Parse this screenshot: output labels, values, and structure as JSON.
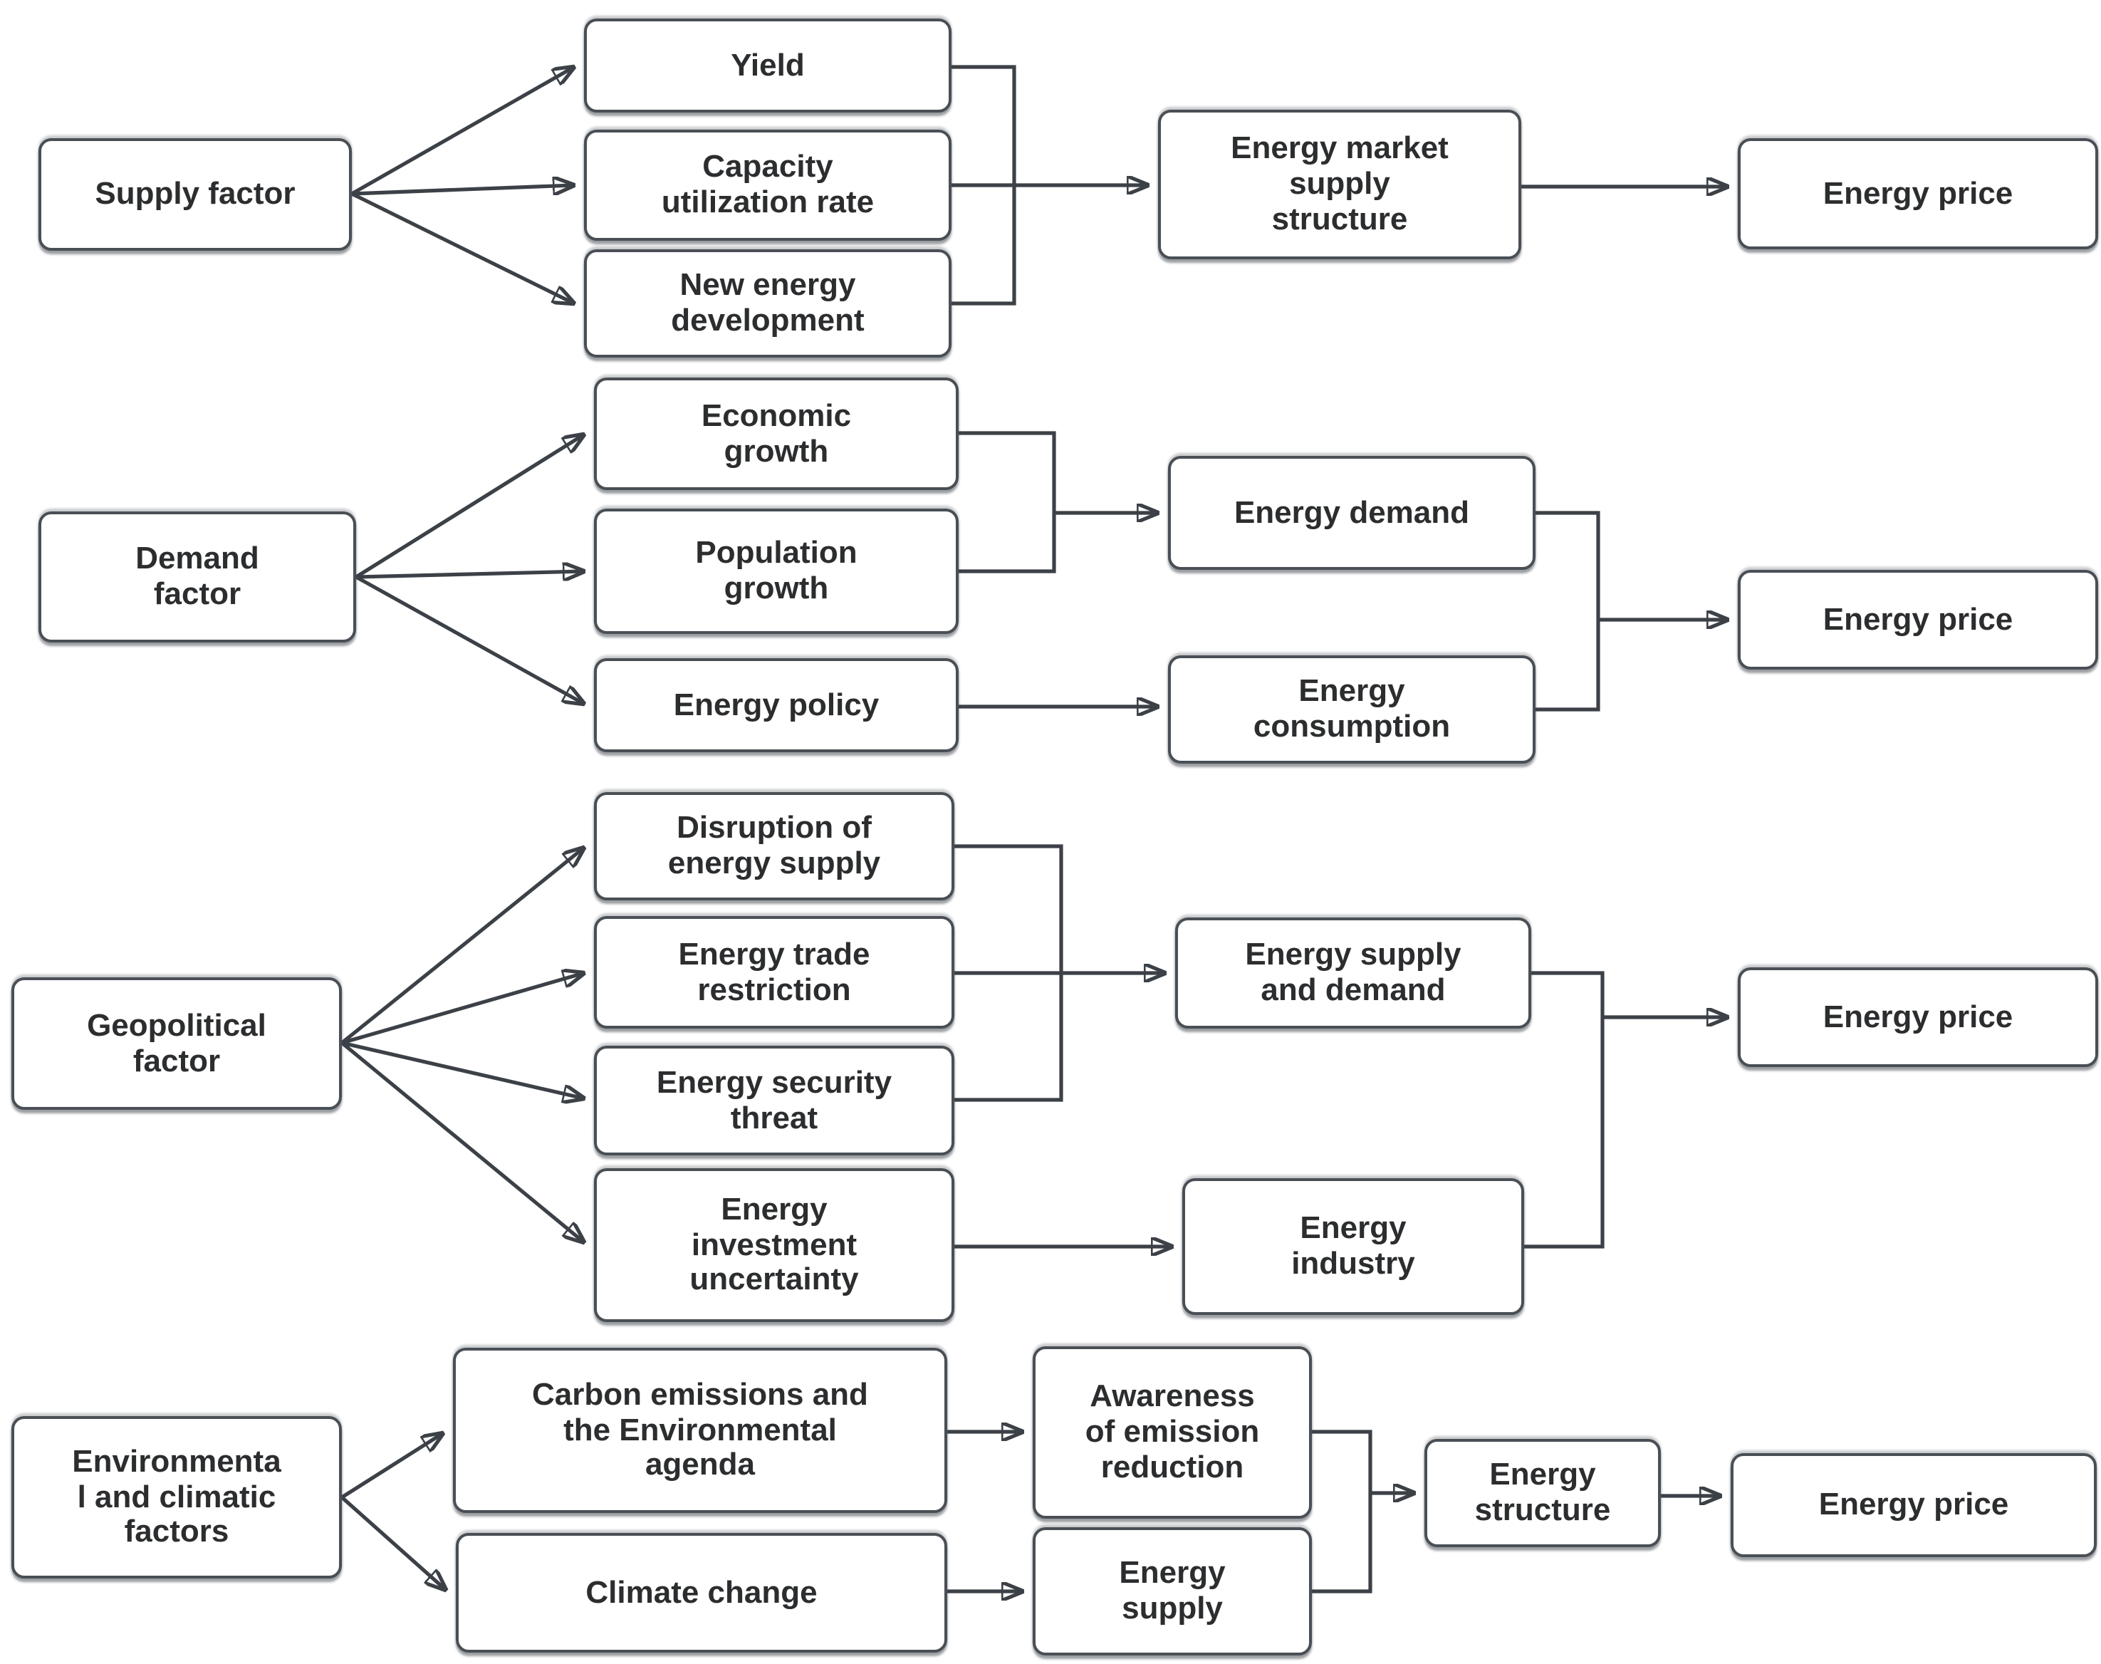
{
  "diagram": {
    "description": "Flowchart of factors influencing energy price",
    "colors": {
      "background": "#ffffff",
      "box_fill": "#ffffff",
      "box_border": "#494f55",
      "line": "#3c4147",
      "text": "#2b2d2f"
    },
    "nodes": {
      "supply_factor": {
        "label": "Supply factor"
      },
      "yield": {
        "label": "Yield"
      },
      "capacity_utilization_rate": {
        "label": "Capacity\nutilization rate"
      },
      "new_energy_development": {
        "label": "New energy\ndevelopment"
      },
      "energy_market_supply_structure": {
        "label": "Energy market\nsupply\nstructure"
      },
      "energy_price_supply": {
        "label": "Energy price"
      },
      "demand_factor": {
        "label": "Demand\nfactor"
      },
      "economic_growth": {
        "label": "Economic\ngrowth"
      },
      "population_growth": {
        "label": "Population\ngrowth"
      },
      "energy_policy": {
        "label": "Energy policy"
      },
      "energy_demand": {
        "label": "Energy demand"
      },
      "energy_consumption": {
        "label": "Energy\nconsumption"
      },
      "energy_price_demand": {
        "label": "Energy price"
      },
      "geopolitical_factor": {
        "label": "Geopolitical\nfactor"
      },
      "disruption_of_energy_supply": {
        "label": "Disruption of\nenergy supply"
      },
      "energy_trade_restriction": {
        "label": "Energy trade\nrestriction"
      },
      "energy_security_threat": {
        "label": "Energy security\nthreat"
      },
      "energy_investment_uncertainty": {
        "label": "Energy\ninvestment\nuncertainty"
      },
      "energy_supply_and_demand": {
        "label": "Energy supply\nand demand"
      },
      "energy_industry": {
        "label": "Energy\nindustry"
      },
      "energy_price_geopolitical": {
        "label": "Energy price"
      },
      "environmental_climatic_factors": {
        "label": "Environmenta\nl and climatic\nfactors"
      },
      "carbon_emissions_agenda": {
        "label": "Carbon emissions and\nthe Environmental\nagenda"
      },
      "climate_change": {
        "label": "Climate change"
      },
      "awareness_emission_reduction": {
        "label": "Awareness\nof emission\nreduction"
      },
      "energy_supply": {
        "label": "Energy\nsupply"
      },
      "energy_structure": {
        "label": "Energy\nstructure"
      },
      "energy_price_environmental": {
        "label": "Energy price"
      }
    },
    "edges": [
      {
        "from": "supply_factor",
        "to": "yield"
      },
      {
        "from": "supply_factor",
        "to": "capacity_utilization_rate"
      },
      {
        "from": "supply_factor",
        "to": "new_energy_development"
      },
      {
        "from": "yield",
        "to": "energy_market_supply_structure"
      },
      {
        "from": "capacity_utilization_rate",
        "to": "energy_market_supply_structure"
      },
      {
        "from": "new_energy_development",
        "to": "energy_market_supply_structure"
      },
      {
        "from": "energy_market_supply_structure",
        "to": "energy_price_supply"
      },
      {
        "from": "demand_factor",
        "to": "economic_growth"
      },
      {
        "from": "demand_factor",
        "to": "population_growth"
      },
      {
        "from": "demand_factor",
        "to": "energy_policy"
      },
      {
        "from": "economic_growth",
        "to": "energy_demand"
      },
      {
        "from": "population_growth",
        "to": "energy_demand"
      },
      {
        "from": "energy_policy",
        "to": "energy_consumption"
      },
      {
        "from": "energy_demand",
        "to": "energy_price_demand"
      },
      {
        "from": "energy_consumption",
        "to": "energy_price_demand"
      },
      {
        "from": "geopolitical_factor",
        "to": "disruption_of_energy_supply"
      },
      {
        "from": "geopolitical_factor",
        "to": "energy_trade_restriction"
      },
      {
        "from": "geopolitical_factor",
        "to": "energy_security_threat"
      },
      {
        "from": "geopolitical_factor",
        "to": "energy_investment_uncertainty"
      },
      {
        "from": "disruption_of_energy_supply",
        "to": "energy_supply_and_demand"
      },
      {
        "from": "energy_trade_restriction",
        "to": "energy_supply_and_demand"
      },
      {
        "from": "energy_security_threat",
        "to": "energy_supply_and_demand"
      },
      {
        "from": "energy_investment_uncertainty",
        "to": "energy_industry"
      },
      {
        "from": "energy_supply_and_demand",
        "to": "energy_price_geopolitical"
      },
      {
        "from": "energy_industry",
        "to": "energy_price_geopolitical"
      },
      {
        "from": "environmental_climatic_factors",
        "to": "carbon_emissions_agenda"
      },
      {
        "from": "environmental_climatic_factors",
        "to": "climate_change"
      },
      {
        "from": "carbon_emissions_agenda",
        "to": "awareness_emission_reduction"
      },
      {
        "from": "climate_change",
        "to": "energy_supply"
      },
      {
        "from": "awareness_emission_reduction",
        "to": "energy_structure"
      },
      {
        "from": "energy_supply",
        "to": "energy_structure"
      },
      {
        "from": "energy_structure",
        "to": "energy_price_environmental"
      }
    ]
  }
}
